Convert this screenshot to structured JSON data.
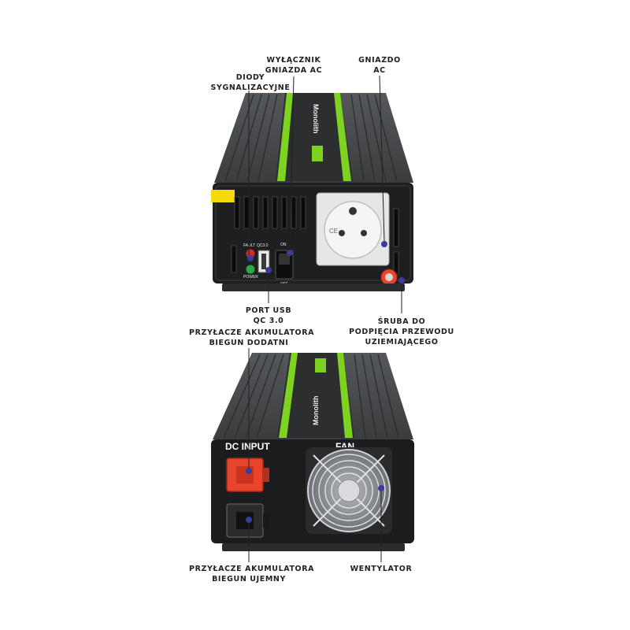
{
  "callouts": {
    "diody": {
      "line1": "DIODY",
      "line2": "SYGNALIZACYJNE"
    },
    "wylacznik": {
      "line1": "WYŁĄCZNIK",
      "line2": "GNIAZDA AC"
    },
    "gniazdo": {
      "line1": "GNIAZDO",
      "line2": "AC"
    },
    "usb": {
      "line1": "PORT USB",
      "line2": "QC 3.0"
    },
    "sruba": {
      "line1": "ŚRUBA DO",
      "line2": "PODPIĘCIA PRZEWODU",
      "line3": "UZIEMIAJĄCEGO"
    },
    "dodatni": {
      "line1": "PRZYŁACZE AKUMULATORA",
      "line2": "BIEGUN DODATNI"
    },
    "ujemny": {
      "line1": "PRZYŁACZE AKUMULATORA",
      "line2": "BIEGUN UJEMNY"
    },
    "wentylator": {
      "line1": "WENTYLATOR"
    }
  },
  "device": {
    "brand": "Monolith",
    "dc_input_label": "DC INPUT",
    "fan_label": "FAN",
    "fault_label": "FAULT",
    "power_label": "POWER",
    "qc_label": "QC3.0",
    "on_label": "ON",
    "off_label": "OFF",
    "ce_mark": "CE"
  },
  "colors": {
    "body": "#3a3c3e",
    "panel": "#1e1f20",
    "accent_green": "#7ed321",
    "positive_terminal": "#e8452c",
    "negative_terminal": "#2a2a2a",
    "marker": "#3b3b9a"
  }
}
